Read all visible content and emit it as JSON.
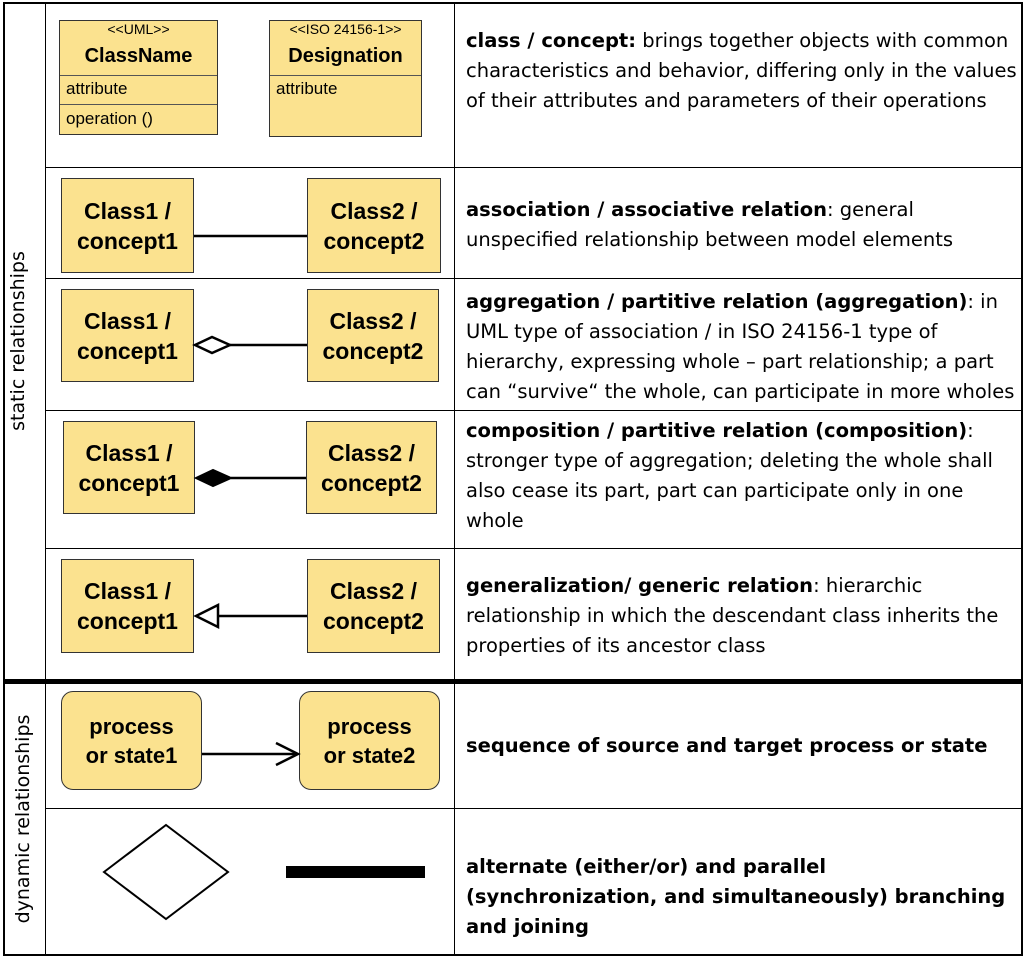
{
  "side_labels": {
    "static": "static relationships",
    "dynamic": "dynamic relationships"
  },
  "rows": [
    {
      "uml_box": {
        "stereotype": "<<UML>>",
        "name": "ClassName",
        "attribute": "attribute",
        "operation": "operation ()"
      },
      "iso_box": {
        "stereotype": "<<ISO 24156-1>>",
        "name": "Designation",
        "attribute": "attribute"
      },
      "term": "class / concept:",
      "description": " brings together objects with common characteristics and behavior, differing only in the values of their attributes and parameters of their operations"
    },
    {
      "left_box": "Class1 /\nconcept1",
      "right_box": "Class2 /\nconcept2",
      "connector": "association-line",
      "term": "association / associative relation",
      "description": ": general unspecified relationship between model elements"
    },
    {
      "left_box": "Class1 /\nconcept1",
      "right_box": "Class2 /\nconcept2",
      "connector": "aggregation-hollow-diamond",
      "term": "aggregation / partitive relation (aggregation)",
      "description": ": in UML type of association / in ISO 24156-1 type of hierarchy, expressing whole – part relationship; a part can “survive“ the whole, can participate in more wholes"
    },
    {
      "left_box": "Class1 /\nconcept1",
      "right_box": "Class2 /\nconcept2",
      "connector": "composition-filled-diamond",
      "term": "composition / partitive relation (composition)",
      "description": ": stronger type of aggregation; deleting the whole shall also cease its part, part can participate only in one whole"
    },
    {
      "left_box": "Class1 /\nconcept1",
      "right_box": "Class2 /\nconcept2",
      "connector": "generalization-hollow-triangle",
      "term": "generalization/ generic relation",
      "description": ": hierarchic relationship in which the descendant class inherits the properties of its ancestor class"
    },
    {
      "left_box": "process\nor state1",
      "right_box": "process\nor state2",
      "connector": "sequence-open-arrow",
      "term": "sequence of source and target process or state",
      "description": ""
    },
    {
      "shapes": [
        "decision-diamond",
        "synchronization-bar"
      ],
      "term": "alternate (either/or) and parallel (synchronization, and simultaneously) branching and joining",
      "description": ""
    }
  ],
  "colors": {
    "box_fill": "#fbe28f",
    "line": "#000000"
  }
}
